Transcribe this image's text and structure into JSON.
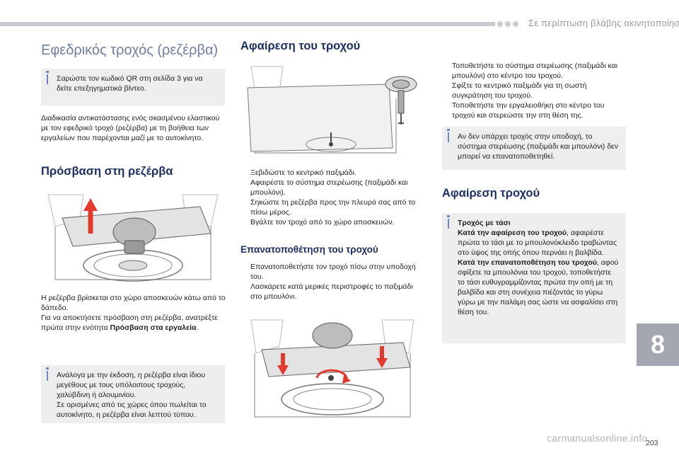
{
  "header": {
    "section_title": "Σε περίπτωση βλάβης ακινητοποίησης"
  },
  "left": {
    "page_title": "Εφεδρικός τροχός (ρεζέρβα)",
    "qr_hint": "Σαρώστε τον κωδικό QR στη σελίδα 3 για να δείτε επεξηγηματικά βίντεο.",
    "intro": "Διαδικασία αντικατάστασης ενός σκασμένου ελαστικού με τον εφεδρικό τροχό (ρεζέρβα) με τη βοήθεια των εργαλείων που παρέχονται μαζί με το αυτοκίνητο.",
    "access_heading": "Πρόσβαση στη ρεζέρβα",
    "access_text_1": "Η ρεζέρβα βρίσκεται στο χώρο αποσκευών κάτω από το δάπεδο.",
    "access_text_2": "Για να αποκτήσετε πρόσβαση στη ρεζέρβα, ανατρέξτε πρώτα στην ενότητα",
    "access_text_link": "Πρόσβαση στα εργαλεία",
    "access_text_end": ".",
    "note_1": "Ανάλογα με την έκδοση, η ρεζέρβα είναι ίδιου μεγέθους με τους υπόλοιπους τροχούς, χαλύβδινη ή αλουμινίου.",
    "note_2": "Σε ορισμένες από τις χώρες όπου πωλείται το αυτοκίνητο, η ρεζέρβα είναι λεπτού τύπου."
  },
  "middle": {
    "removal_heading": "Αφαίρεση του τροχού",
    "removal_steps": [
      "Ξεβιδώστε το κεντρικό παξιμάδι.",
      "Αφαιρέστε το σύστημα στερέωσης (παξιμάδι και μπουλόνι).",
      "Σηκώστε τη ρεζέρβα προς την πλευρά σας από το πίσω μέρος.",
      "Βγάλτε τον τροχό από το χώρο αποσκευών."
    ],
    "refit_heading": "Επανατοποθέτηση του τροχού",
    "refit_steps": [
      "Επανατοποθετήστε τον τροχό πίσω στην υποδοχή του.",
      "Λασκάρετε κατά μερικές περιστροφές το παξιμάδι στο μπουλόνι."
    ]
  },
  "right": {
    "steps": [
      "Τοποθετήστε το σύστημα στερέωσης (παξιμάδι και μπουλόνι) στο κέντρο του τροχού.",
      "Σφίξτε το κεντρικό παξιμάδι για τη σωστή συγκράτηση του τροχού.",
      "Τοποθετήστε την εργαλειοθήκη στο κέντρο του τροχού και στερεώστε την στη θέση της."
    ],
    "hint": "Αν δεν υπάρχει τροχός στην υποδοχή, το σύστημα στερέωσης (παξιμάδι και μπουλόνι) δεν μπορεί να επανατοποθετηθεί.",
    "wheel_removal_heading": "Αφαίρεση τροχού",
    "cap_title": "Τροχός με τάσι",
    "cap_removal_label": "Κατά την αφαίρεση του τροχού",
    "cap_removal_text": ", αφαιρέστε πρώτα το τάσι με το μπουλονόκλειδο τραβώντας στο ύψος της οπής όπου περνάει η βαλβίδα.",
    "cap_refit_label": "Κατά την επανατοποθέτηση του τροχού",
    "cap_refit_text": ", αφού σφίξετε τα μπουλόνια του τροχού, τοποθετήστε το τάσι ευθυγραμμίζοντας πρώτα την οπή με τη βαλβίδα και στη συνέχεια πιέζοντάς το γύρω γύρω με την παλάμη σας ώστε να ασφαλίσει στη θέση του."
  },
  "footer": {
    "chapter": "8",
    "page": "203",
    "watermark": "carmanualsonline.info"
  },
  "bullet_mark": "",
  "colors": {
    "heading": "#1d2f64",
    "title": "#6e7ea0",
    "hint_bg": "#eeeeee",
    "accent": "#6f84c2",
    "arrow_red": "#e23a2f",
    "chapter_tab": "#a4a6b0"
  }
}
